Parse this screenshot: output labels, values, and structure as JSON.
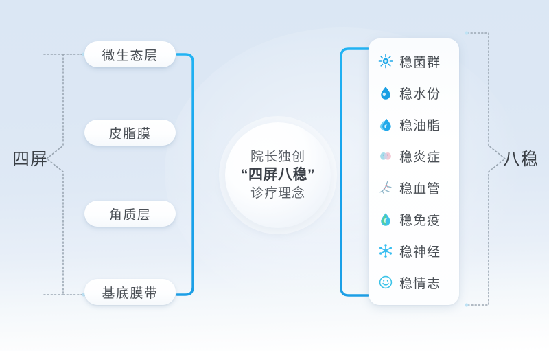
{
  "colors": {
    "background_top": "#dbe7f4",
    "background_bottom": "#ffffff",
    "connector_blue": "#18a4ee",
    "dotted_gray": "#9aa6b2",
    "text_dark": "#3a3f45",
    "text_body": "#4a4f55",
    "panel_white": "#ffffff"
  },
  "left": {
    "group_label": "四屏",
    "bracket_icon": "dotted-bracket-right-icon",
    "items": [
      {
        "label": "微生态层"
      },
      {
        "label": "皮脂膜"
      },
      {
        "label": "角质层"
      },
      {
        "label": "基底膜带"
      }
    ]
  },
  "center": {
    "lines": [
      {
        "text": "院长独创",
        "accent": false
      },
      {
        "text": "“四屏八稳”",
        "accent": true
      },
      {
        "text": "诊疗理念",
        "accent": false
      }
    ]
  },
  "right": {
    "group_label": "八稳",
    "bracket_icon": "dotted-bracket-left-icon",
    "items": [
      {
        "label": "稳菌群",
        "icon": "microbe-sun-icon"
      },
      {
        "label": "稳水份",
        "icon": "water-droplet-icon"
      },
      {
        "label": "稳油脂",
        "icon": "oil-droplet-icon"
      },
      {
        "label": "稳炎症",
        "icon": "inflammation-cells-icon"
      },
      {
        "label": "稳血管",
        "icon": "blood-vessel-icon"
      },
      {
        "label": "稳免疫",
        "icon": "immunity-shield-droplet-icon"
      },
      {
        "label": "稳神经",
        "icon": "neuron-star-icon"
      },
      {
        "label": "稳情志",
        "icon": "smiley-face-icon"
      }
    ]
  }
}
